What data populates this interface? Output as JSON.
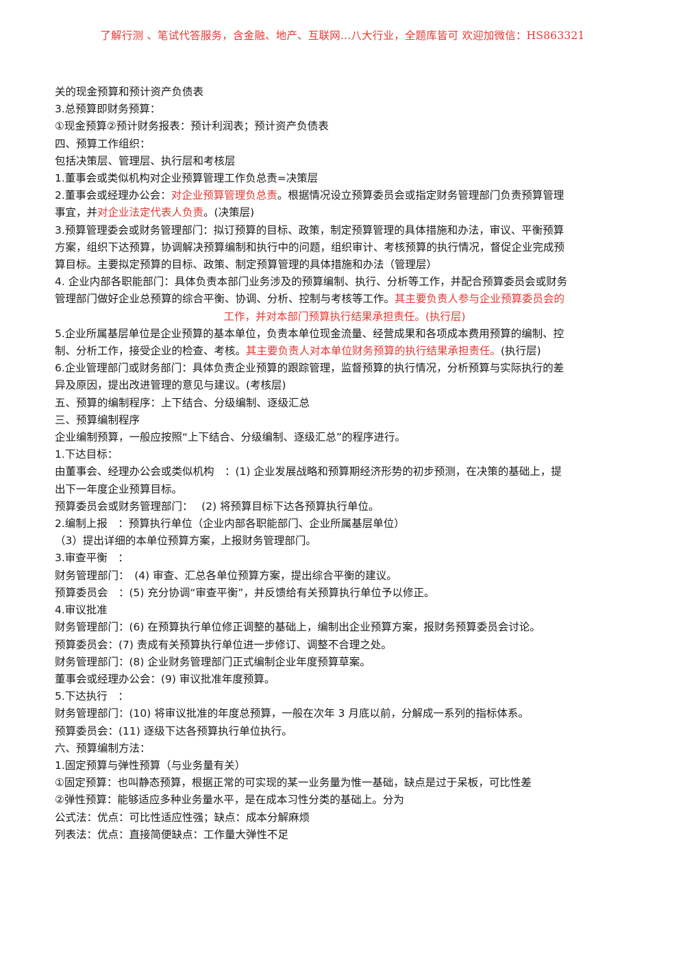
{
  "header": {
    "banner": "了解行测 、笔试代答服务，含金融、地产、互联网...八大行业，全题库皆可 欢迎加微信：HS863321"
  },
  "lines": [
    {
      "id": "l01",
      "text": "关的现金预算和预计资产负债表"
    },
    {
      "id": "l02",
      "text": "3.总预算即财务预算："
    },
    {
      "id": "l03",
      "text": "①现金预算②预计财务报表：预计利润表；预计资产负债表"
    },
    {
      "id": "l04",
      "text": "四、预算工作组织："
    },
    {
      "id": "l05",
      "text": "包括决策层、管理层、执行层和考核层"
    },
    {
      "id": "l06",
      "text": "1.董事会或类似机构对企业预算管理工作负总责=决策层"
    },
    {
      "id": "l07a",
      "text": "2.董事会或经理办公会：",
      "red1": "对企业预算管理负总责",
      "mid": "。根据情况设立预算委员会或指定财务管理部门负责预算管理"
    },
    {
      "id": "l07b",
      "text": "事宜，并",
      "red1": "对企业法定代表人负责",
      "mid": "。(决策层)"
    },
    {
      "id": "l08a",
      "text": "3.预算管理委会或财务管理部门：拟订预算的目标、政策，制定预算管理的具体措施和办法，审议、平衡预算"
    },
    {
      "id": "l08b",
      "text": "方案，组织下达预算，协调解决预算编制和执行中的问题，组织审计、考核预算的执行情况，督促企业完成预"
    },
    {
      "id": "l08c",
      "text": "算目标。主要拟定预算的目标、政策、制定预算管理的具体措施和办法（管理层）"
    },
    {
      "id": "l09a",
      "text": "4. 企业内部各职能部门：具体负责本部门业务涉及的预算编制、执行、分析等工作，并配合预算委员会或财务"
    },
    {
      "id": "l09b",
      "text": "管理部门做好企业总预算的综合平衡、协调、分析、控制与考核等工作。",
      "red1": "其主要负责人参与企业预算委员会的"
    },
    {
      "id": "l09c",
      "red1": "工作，并对本部门预算执行结果承担责任。(执行层)"
    },
    {
      "id": "l10a",
      "text": "5.企业所属基层单位是企业预算的基本单位，负责本单位现金流量、经营成果和各项成本费用预算的编制、控"
    },
    {
      "id": "l10b",
      "text": "制、分析工作，接受企业的检查、考核。",
      "red1": "其主要负责人对本单位财务预算的执行结果承担责任。",
      "mid": "(执行层)"
    },
    {
      "id": "l11a",
      "text": "6.企业管理部门或财务部门：具体负责企业预算的跟踪管理，监督预算的执行情况，分析预算与实际执行的差"
    },
    {
      "id": "l11b",
      "text": "异及原因，提出改进管理的意见与建议。(考核层)"
    },
    {
      "id": "l12",
      "text": "五、预算的编制程序：上下结合、分级编制、逐级汇总"
    },
    {
      "id": "l13",
      "text": "三、预算编制程序"
    },
    {
      "id": "l14",
      "text": "企业编制预算，一般应按照“上下结合、分级编制、逐级汇总”的程序进行。"
    },
    {
      "id": "l15",
      "text": "1.下达目标："
    },
    {
      "id": "l16a",
      "text": "由董事会、经理办公会或类似机构　：(1) 企业发展战略和预算期经济形势的初步预测，在决策的基础上，提"
    },
    {
      "id": "l16b",
      "text": "出下一年度企业预算目标。"
    },
    {
      "id": "l17",
      "text": "预算委员会或财务管理部门：　 (2) 将预算目标下达各预算执行单位。"
    },
    {
      "id": "l18",
      "text": "2.编制上报　：预算执行单位（企业内部各职能部门、企业所属基层单位）"
    },
    {
      "id": "l19",
      "text": "（3）提出详细的本单位预算方案，上报财务管理部门。"
    },
    {
      "id": "l20",
      "text": "3.审查平衡　："
    },
    {
      "id": "l21",
      "text": "财务管理部门：　(4) 审查、汇总各单位预算方案，提出综合平衡的建议。"
    },
    {
      "id": "l22",
      "text": "预算委员会　：(5) 充分协调“审查平衡”，并反馈给有关预算执行单位予以修正。"
    },
    {
      "id": "l23",
      "text": "4.审议批准"
    },
    {
      "id": "l24",
      "text": "财务管理部门：(6) 在预算执行单位修正调整的基础上，编制出企业预算方案，报财务预算委员会讨论。"
    },
    {
      "id": "l25",
      "text": "预算委员会：(7) 责成有关预算执行单位进一步修订、调整不合理之处。"
    },
    {
      "id": "l26",
      "text": "财务管理部门：(8) 企业财务管理部门正式编制企业年度预算草案。"
    },
    {
      "id": "l27",
      "text": "董事会或经理办公会：(9) 审议批准年度预算。"
    },
    {
      "id": "l28",
      "text": "5.下达执行　："
    },
    {
      "id": "l29",
      "text": "财务管理部门：(10) 将审议批准的年度总预算，一般在次年 3 月底以前，分解成一系列的指标体系。"
    },
    {
      "id": "l30",
      "text": "预算委员会：(11) 逐级下达各预算执行单位执行。"
    },
    {
      "id": "l31",
      "text": "六、预算编制方法："
    },
    {
      "id": "l32",
      "text": "1.固定预算与弹性预算（与业务量有关）"
    },
    {
      "id": "l33",
      "text": "①固定预算：也叫静态预算，根据正常的可实现的某一业务量为惟一基础，缺点是过于呆板，可比性差"
    },
    {
      "id": "l34",
      "text": "②弹性预算：能够适应多种业务量水平，是在成本习性分类的基础上。分为"
    },
    {
      "id": "l35",
      "text": "公式法：优点：可比性适应性强；缺点：成本分解麻烦"
    },
    {
      "id": "l36",
      "text": "列表法：优点：直接简便缺点：工作量大弹性不足"
    }
  ]
}
